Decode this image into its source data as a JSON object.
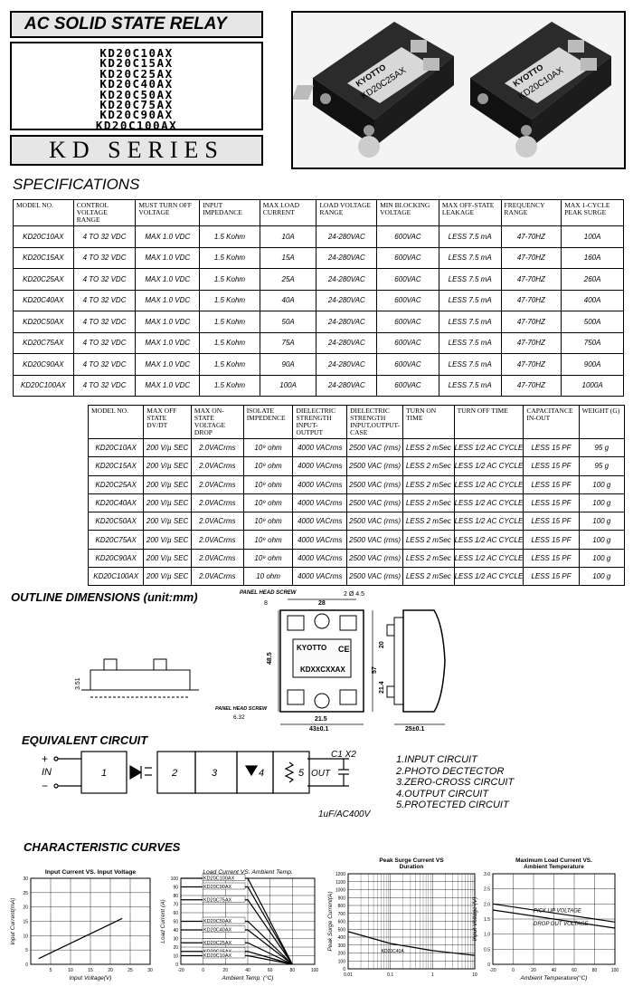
{
  "header": {
    "title": "AC SOLID STATE RELAY",
    "models": [
      "KD20C10AX",
      "KD20C15AX",
      "KD20C25AX",
      "KD20C40AX",
      "KD20C50AX",
      "KD20C75AX",
      "KD20C90AX",
      "KD20C100AX"
    ],
    "series": "KD SERIES"
  },
  "photo": {
    "left_brand": "KYOTTO",
    "left_model": "KD20C25AX",
    "right_brand": "KYOTTO",
    "right_model": "KD20C10AX"
  },
  "specifications": {
    "title": "SPECIFICATIONS",
    "table1": {
      "headers": [
        "MODEL NO.",
        "CONTROL VOLTAGE RANGE",
        "MUST TURN OFF VOLTAGE",
        "INPUT IMPEDANCE",
        "MAX LOAD CURRENT",
        "LOAD VOLTAGE RANGE",
        "MIN BLOCKING VOLTAGE",
        "MAX OFF-STATE LEAKAGE",
        "FREQUENCY RANGE",
        "MAX 1-CYCLE PEAK SURGE"
      ],
      "rows": [
        [
          "KD20C10AX",
          "4 TO 32 VDC",
          "MAX 1.0 VDC",
          "1.5 Kohm",
          "10A",
          "24-280VAC",
          "600VAC",
          "LESS 7.5 mA",
          "47-70HZ",
          "100A"
        ],
        [
          "KD20C15AX",
          "4 TO 32 VDC",
          "MAX 1.0 VDC",
          "1.5 Kohm",
          "15A",
          "24-280VAC",
          "600VAC",
          "LESS 7.5 mA",
          "47-70HZ",
          "160A"
        ],
        [
          "KD20C25AX",
          "4 TO 32 VDC",
          "MAX 1.0 VDC",
          "1.5 Kohm",
          "25A",
          "24-280VAC",
          "600VAC",
          "LESS 7.5 mA",
          "47-70HZ",
          "260A"
        ],
        [
          "KD20C40AX",
          "4 TO 32 VDC",
          "MAX 1.0 VDC",
          "1.5 Kohm",
          "40A",
          "24-280VAC",
          "600VAC",
          "LESS 7.5 mA",
          "47-70HZ",
          "400A"
        ],
        [
          "KD20C50AX",
          "4 TO 32 VDC",
          "MAX 1.0 VDC",
          "1.5 Kohm",
          "50A",
          "24-280VAC",
          "600VAC",
          "LESS 7.5 mA",
          "47-70HZ",
          "500A"
        ],
        [
          "KD20C75AX",
          "4 TO 32 VDC",
          "MAX 1.0 VDC",
          "1.5 Kohm",
          "75A",
          "24-280VAC",
          "600VAC",
          "LESS 7.5 mA",
          "47-70HZ",
          "750A"
        ],
        [
          "KD20C90AX",
          "4 TO 32 VDC",
          "MAX 1.0 VDC",
          "1.5 Kohm",
          "90A",
          "24-280VAC",
          "600VAC",
          "LESS 7.5 mA",
          "47-70HZ",
          "900A"
        ],
        [
          "KD20C100AX",
          "4 TO 32 VDC",
          "MAX 1.0 VDC",
          "1.5 Kohm",
          "100A",
          "24-280VAC",
          "600VAC",
          "LESS 7.5 mA",
          "47-70HZ",
          "1000A"
        ]
      ]
    },
    "table2": {
      "headers": [
        "MODEL NO.",
        "MAX OFF STATE dv/dt",
        "MAX ON-STATE VOLTAGE DROP",
        "ISOLATE IMPEDENCE",
        "DIELECTRIC STRENGTH INPUT-OUTPUT",
        "DIELECTRIC STRENGTH INPUT,OUTPUT-CASE",
        "TURN ON TIME",
        "TURN OFF TIME",
        "CAPACITANCE IN-OUT",
        "WEIGHT (g)"
      ],
      "rows": [
        [
          "KD20C10AX",
          "200 V/µ SEC",
          "2.0VACrms",
          "10⁹ ohm",
          "4000 VACrms",
          "2500 VAC (rms)",
          "LESS 2 mSec",
          "LESS 1/2 AC CYCLE",
          "LESS 15 PF",
          "95 g"
        ],
        [
          "KD20C15AX",
          "200 V/µ SEC",
          "2.0VACrms",
          "10⁹ ohm",
          "4000 VACrms",
          "2500 VAC (rms)",
          "LESS 2 mSec",
          "LESS 1/2 AC CYCLE",
          "LESS 15 PF",
          "95 g"
        ],
        [
          "KD20C25AX",
          "200 V/µ SEC",
          "2.0VACrms",
          "10⁹ ohm",
          "4000 VACrms",
          "2500 VAC (rms)",
          "LESS 2 mSec",
          "LESS 1/2 AC CYCLE",
          "LESS 15 PF",
          "100 g"
        ],
        [
          "KD20C40AX",
          "200 V/µ SEC",
          "2.0VACrms",
          "10⁹ ohm",
          "4000 VACrms",
          "2500 VAC (rms)",
          "LESS 2 mSec",
          "LESS 1/2 AC CYCLE",
          "LESS 15 PF",
          "100 g"
        ],
        [
          "KD20C50AX",
          "200 V/µ SEC",
          "2.0VACrms",
          "10⁹ ohm",
          "4000 VACrms",
          "2500 VAC (rms)",
          "LESS 2 mSec",
          "LESS 1/2 AC CYCLE",
          "LESS 15 PF",
          "100 g"
        ],
        [
          "KD20C75AX",
          "200 V/µ SEC",
          "2.0VACrms",
          "10⁹ ohm",
          "4000 VACrms",
          "2500 VAC (rms)",
          "LESS 2 mSec",
          "LESS 1/2 AC CYCLE",
          "LESS 15 PF",
          "100 g"
        ],
        [
          "KD20C90AX",
          "200 V/µ SEC",
          "2.0VACrms",
          "10⁹ ohm",
          "4000 VACrms",
          "2500 VAC (rms)",
          "LESS 2 mSec",
          "LESS 1/2 AC CYCLE",
          "LESS 15 PF",
          "100 g"
        ],
        [
          "KD20C100AX",
          "200 V/µ SEC",
          "2.0VACrms",
          "10 ohm",
          "4000 VACrms",
          "2500 VAC (rms)",
          "LESS 2 mSec",
          "LESS 1/2 AC CYCLE",
          "LESS 15 PF",
          "100 g"
        ]
      ]
    }
  },
  "outline": {
    "title": "OUTLINE DIMENSIONS  (unit:mm)",
    "panel_head_screw_top": "PANEL HEAD SCREW",
    "panel_head_screw_bottom": "PANEL HEAD SCREW",
    "dim_8": "8",
    "dim_28": "28",
    "dim_hole": "2 Ø 4.5",
    "dim_48_5": "48.5",
    "dim_57": "57",
    "dim_20": "20",
    "dim_21_4": "21.4",
    "dim_21_5": "21.5",
    "dim_43": "43±0.1",
    "dim_25": "25±0.1",
    "dim_6_32": "6.32",
    "dim_3_51": "3.51",
    "brand": "KYOTTO",
    "model": "KDXXCXXAX",
    "ce": "CE"
  },
  "equivalent": {
    "title": "EQUIVALENT  CIRCUIT",
    "plus": "+",
    "minus": "−",
    "in": "IN",
    "out": "OUT",
    "c1x2": "C1 X2",
    "cap": "1uF/AC400V",
    "blocks": [
      "1",
      "2",
      "3",
      "4",
      "5"
    ],
    "legend": [
      "1.INPUT  CIRCUIT",
      "2.PHOTO  DECTECTOR",
      "3.ZERO-CROSS CIRCUIT",
      "4.OUTPUT  CIRCUIT",
      "5.PROTECTED  CIRCUIT"
    ]
  },
  "characteristic": {
    "title": "CHARACTERISTIC  CURVES"
  },
  "chart_data": [
    {
      "type": "line",
      "title": "Input Current VS. Input Voltage",
      "xlabel": "Input  Voltage(V)",
      "ylabel": "Input Current(mA)",
      "xlim": [
        0,
        30
      ],
      "ylim": [
        0,
        30
      ],
      "xticks": [
        "5",
        "10",
        "15",
        "20",
        "25",
        "30"
      ],
      "yticks": [
        "0",
        "5",
        "10",
        "15",
        "20",
        "25",
        "30"
      ],
      "series": [
        {
          "x": [
            2,
            23
          ],
          "y": [
            2,
            16
          ]
        }
      ]
    },
    {
      "type": "line",
      "title": "Load Current VS.  Ambient Temp.",
      "xlabel": "Ambient Temp. (°C)",
      "ylabel": "Load Current (A)",
      "xlim": [
        -20,
        100
      ],
      "ylim": [
        0,
        100
      ],
      "xticks": [
        "-20",
        "0",
        "20",
        "40",
        "60",
        "80",
        "100"
      ],
      "yticks": [
        "0",
        "10",
        "20",
        "30",
        "40",
        "50",
        "60",
        "70",
        "80",
        "90",
        "100"
      ],
      "series": [
        {
          "name": "KD20C100AX",
          "x": [
            -20,
            40,
            80
          ],
          "y": [
            100,
            100,
            0
          ]
        },
        {
          "name": "KD20C90AX",
          "x": [
            -20,
            40,
            80
          ],
          "y": [
            90,
            90,
            0
          ]
        },
        {
          "name": "KD20C75AX",
          "x": [
            -20,
            40,
            80
          ],
          "y": [
            75,
            75,
            0
          ]
        },
        {
          "name": "KD20C50AX",
          "x": [
            -20,
            40,
            80
          ],
          "y": [
            50,
            50,
            0
          ]
        },
        {
          "name": "KD20C40AX",
          "x": [
            -20,
            40,
            80
          ],
          "y": [
            40,
            40,
            0
          ]
        },
        {
          "name": "KD20C25AX",
          "x": [
            -20,
            40,
            80
          ],
          "y": [
            25,
            25,
            0
          ]
        },
        {
          "name": "KD20C15AX",
          "x": [
            -20,
            40,
            80
          ],
          "y": [
            15,
            15,
            0
          ]
        },
        {
          "name": "KD20C10AX",
          "x": [
            -20,
            40,
            80
          ],
          "y": [
            10,
            10,
            0
          ]
        }
      ]
    },
    {
      "type": "line",
      "title": "Peak Surge Current VS Duration",
      "xlabel": "",
      "ylabel": "Peak Surge Current(A)",
      "xscale": "log",
      "xlim": [
        0.01,
        10
      ],
      "ylim": [
        0,
        1200
      ],
      "xticks": [
        "0.01",
        "0.1",
        "1",
        "10"
      ],
      "yticks": [
        "0",
        "100",
        "200",
        "300",
        "400",
        "500",
        "600",
        "700",
        "800",
        "900",
        "1000",
        "1100",
        "1200"
      ],
      "series": [
        {
          "name": "KD20C40A",
          "x": [
            0.01,
            0.1,
            1,
            10
          ],
          "y": [
            470,
            320,
            230,
            170
          ]
        }
      ]
    },
    {
      "type": "line",
      "title": "Maximum Load Current VS. Ambient  Temperature",
      "xlabel": "Ambient Temperature(°C)",
      "ylabel": "Input Voltage (V)",
      "xlim": [
        -20,
        100
      ],
      "ylim": [
        0,
        3
      ],
      "xticks": [
        "-20",
        "0",
        "20",
        "40",
        "60",
        "80",
        "100"
      ],
      "yticks": [
        "0",
        "0.5",
        "1.0",
        "1.5",
        "2.0",
        "2.5",
        "3.0"
      ],
      "series": [
        {
          "name": "PICK UP VOLTAGE",
          "x": [
            -20,
            100
          ],
          "y": [
            2.0,
            1.4
          ]
        },
        {
          "name": "DROP OUT VOLTAGE",
          "x": [
            -20,
            100
          ],
          "y": [
            1.8,
            1.2
          ]
        }
      ]
    }
  ]
}
